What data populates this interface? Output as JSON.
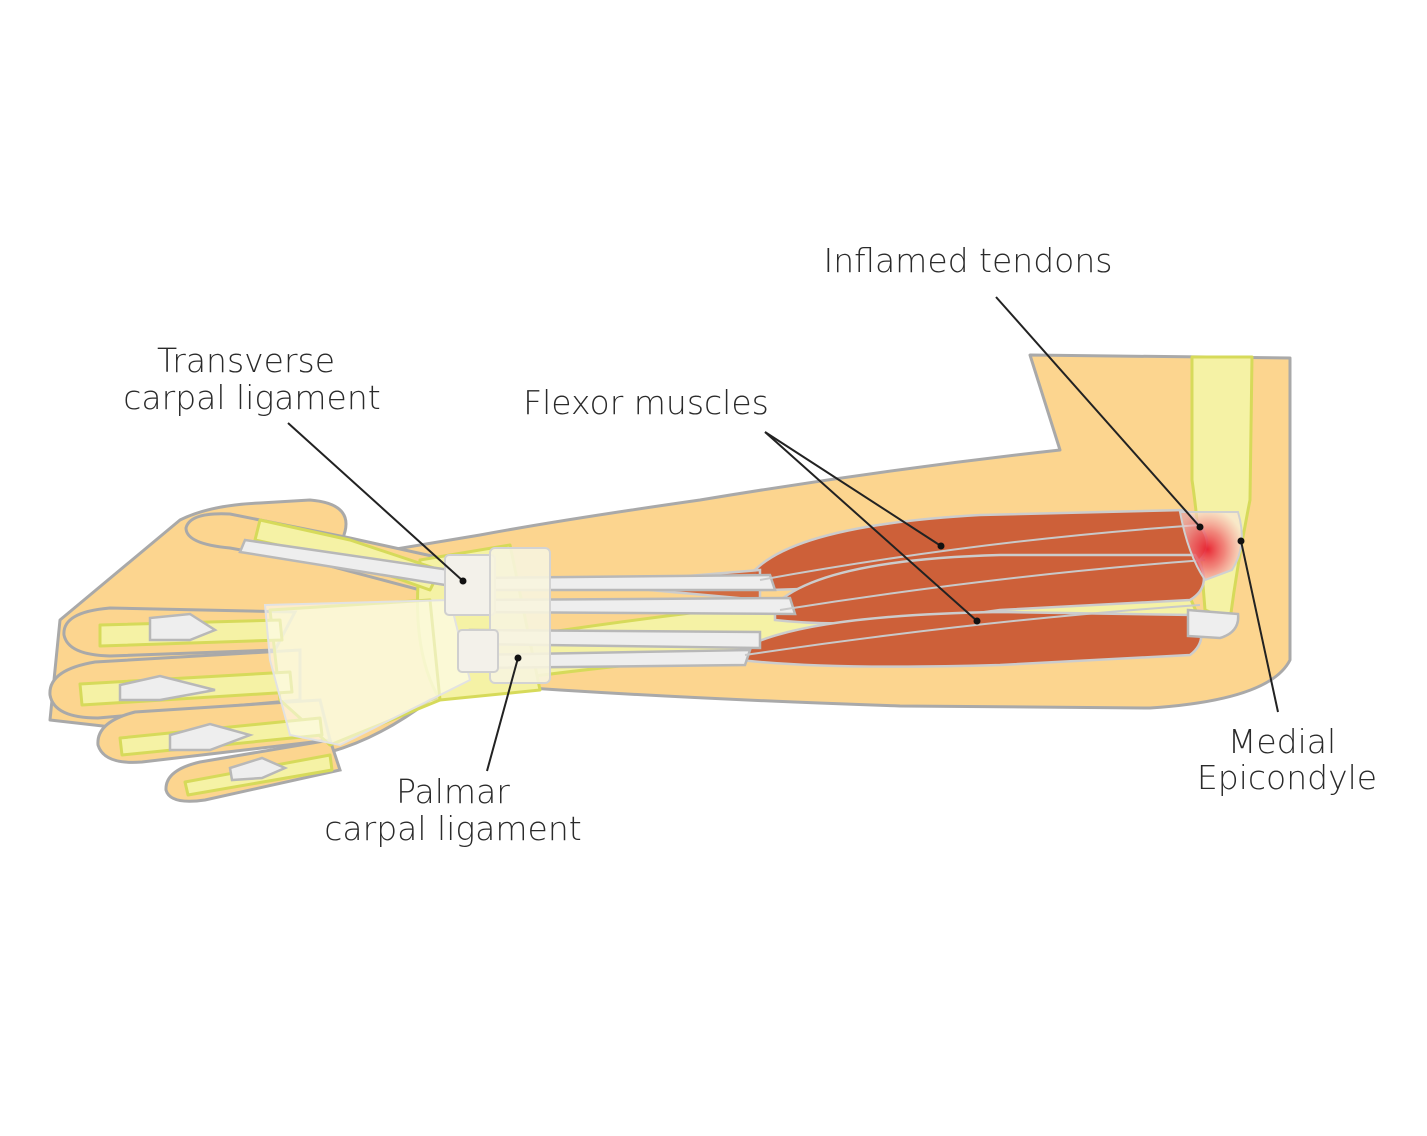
{
  "colors": {
    "skin": "#fcd58f",
    "skin_outline": "#a9a9a9",
    "bone": "#f5f2a5",
    "bone_outline": "#d6da5a",
    "muscle": "#cd6039",
    "tendon": "#eeeeee",
    "ligament": "#f7f4de",
    "inflamed": "#e8434d",
    "leader": "#222222"
  },
  "labels": {
    "inflamed_tendons": "Inflamed tendons",
    "transverse_line1": "Transverse",
    "transverse_line2": "carpal ligament",
    "flexor_muscles": "Flexor muscles",
    "medial_line1": "Medial",
    "medial_line2": "Epicondyle",
    "palmar_line1": "Palmar",
    "palmar_line2": "carpal ligament"
  }
}
